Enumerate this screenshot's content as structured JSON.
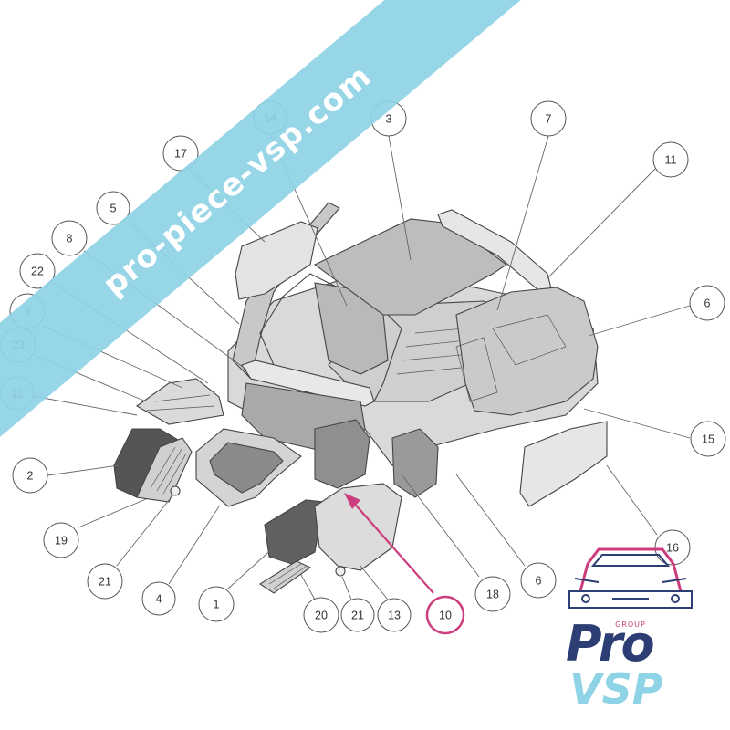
{
  "watermark": {
    "banner_text": "pro-piece-vsp.com",
    "banner_color": "#8fd3e6"
  },
  "logo": {
    "tagline": "GROUP",
    "word_top": "Pro",
    "word_bottom": "VSP",
    "colors": {
      "navy": "#2c3e73",
      "cyan": "#8fd3e6",
      "magenta": "#cc3d7d"
    }
  },
  "highlight_color": "#cc3d7d",
  "callouts": [
    {
      "id": "c14",
      "label": "14"
    },
    {
      "id": "c3",
      "label": "3"
    },
    {
      "id": "c7",
      "label": "7"
    },
    {
      "id": "c17",
      "label": "17"
    },
    {
      "id": "c11",
      "label": "11"
    },
    {
      "id": "c5",
      "label": "5"
    },
    {
      "id": "c8",
      "label": "8"
    },
    {
      "id": "c22",
      "label": "22"
    },
    {
      "id": "c6a",
      "label": "6"
    },
    {
      "id": "c9",
      "label": "9"
    },
    {
      "id": "c23",
      "label": "23"
    },
    {
      "id": "c12",
      "label": "12"
    },
    {
      "id": "c15",
      "label": "15"
    },
    {
      "id": "c2",
      "label": "2"
    },
    {
      "id": "c16",
      "label": "16"
    },
    {
      "id": "c19",
      "label": "19"
    },
    {
      "id": "c21a",
      "label": "21"
    },
    {
      "id": "c4",
      "label": "4"
    },
    {
      "id": "c6b",
      "label": "6"
    },
    {
      "id": "c1",
      "label": "1"
    },
    {
      "id": "c18",
      "label": "18"
    },
    {
      "id": "c20",
      "label": "20"
    },
    {
      "id": "c21b",
      "label": "21"
    },
    {
      "id": "c13",
      "label": "13"
    },
    {
      "id": "c10",
      "label": "10",
      "highlighted": true
    }
  ]
}
